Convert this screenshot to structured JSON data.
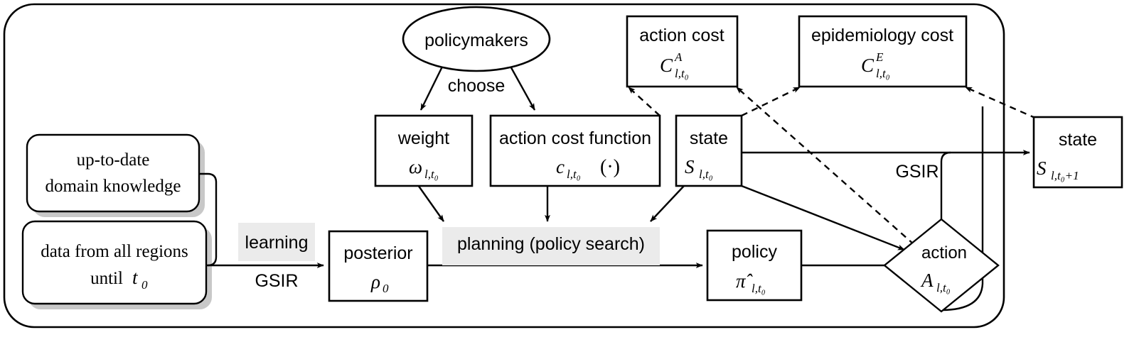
{
  "diagram": {
    "title": "GSIR learning-planning loop",
    "colors": {
      "stroke": "#000000",
      "background": "#ffffff",
      "band_fill": "#ebebeb",
      "shadow": "#c8c8c8"
    },
    "container": {
      "name": "outer-rounded-container"
    },
    "nodes": {
      "policymakers": {
        "label": "policymakers",
        "shape": "ellipse"
      },
      "choose": {
        "label": "choose"
      },
      "weight": {
        "label": "weight",
        "symbol": "ω",
        "sub": "l,t₀"
      },
      "action_cost_function": {
        "label": "action cost function",
        "symbol": "c",
        "sub": "l,t₀",
        "arg": "(·)"
      },
      "action_cost": {
        "label": "action cost",
        "symbol": "C",
        "sup": "A",
        "sub": "l,t₀"
      },
      "epidemiology_cost": {
        "label": "epidemiology cost",
        "symbol": "C",
        "sup": "E",
        "sub": "l,t₀"
      },
      "state_t0": {
        "label": "state",
        "symbol": "S",
        "sub": "l,t₀"
      },
      "state_t0p1": {
        "label": "state",
        "symbol": "S",
        "sub": "l,t₀+1"
      },
      "knowledge": {
        "line1": "up-to-date",
        "line2": "domain knowledge"
      },
      "data": {
        "line1": "data from all regions",
        "line2": "until",
        "symbol": "t",
        "sub": "0"
      },
      "learning": {
        "label": "learning"
      },
      "learning_edge": {
        "label": "GSIR"
      },
      "posterior": {
        "label": "posterior",
        "symbol": "ρ",
        "sub": "0"
      },
      "planning": {
        "label": "planning (policy search)"
      },
      "policy": {
        "label": "policy",
        "symbol": "π̂",
        "sub": "l,t₀"
      },
      "action": {
        "label": "action",
        "symbol": "A",
        "sub": "l,t₀",
        "shape": "diamond"
      },
      "transition_edge": {
        "label": "GSIR"
      }
    }
  }
}
